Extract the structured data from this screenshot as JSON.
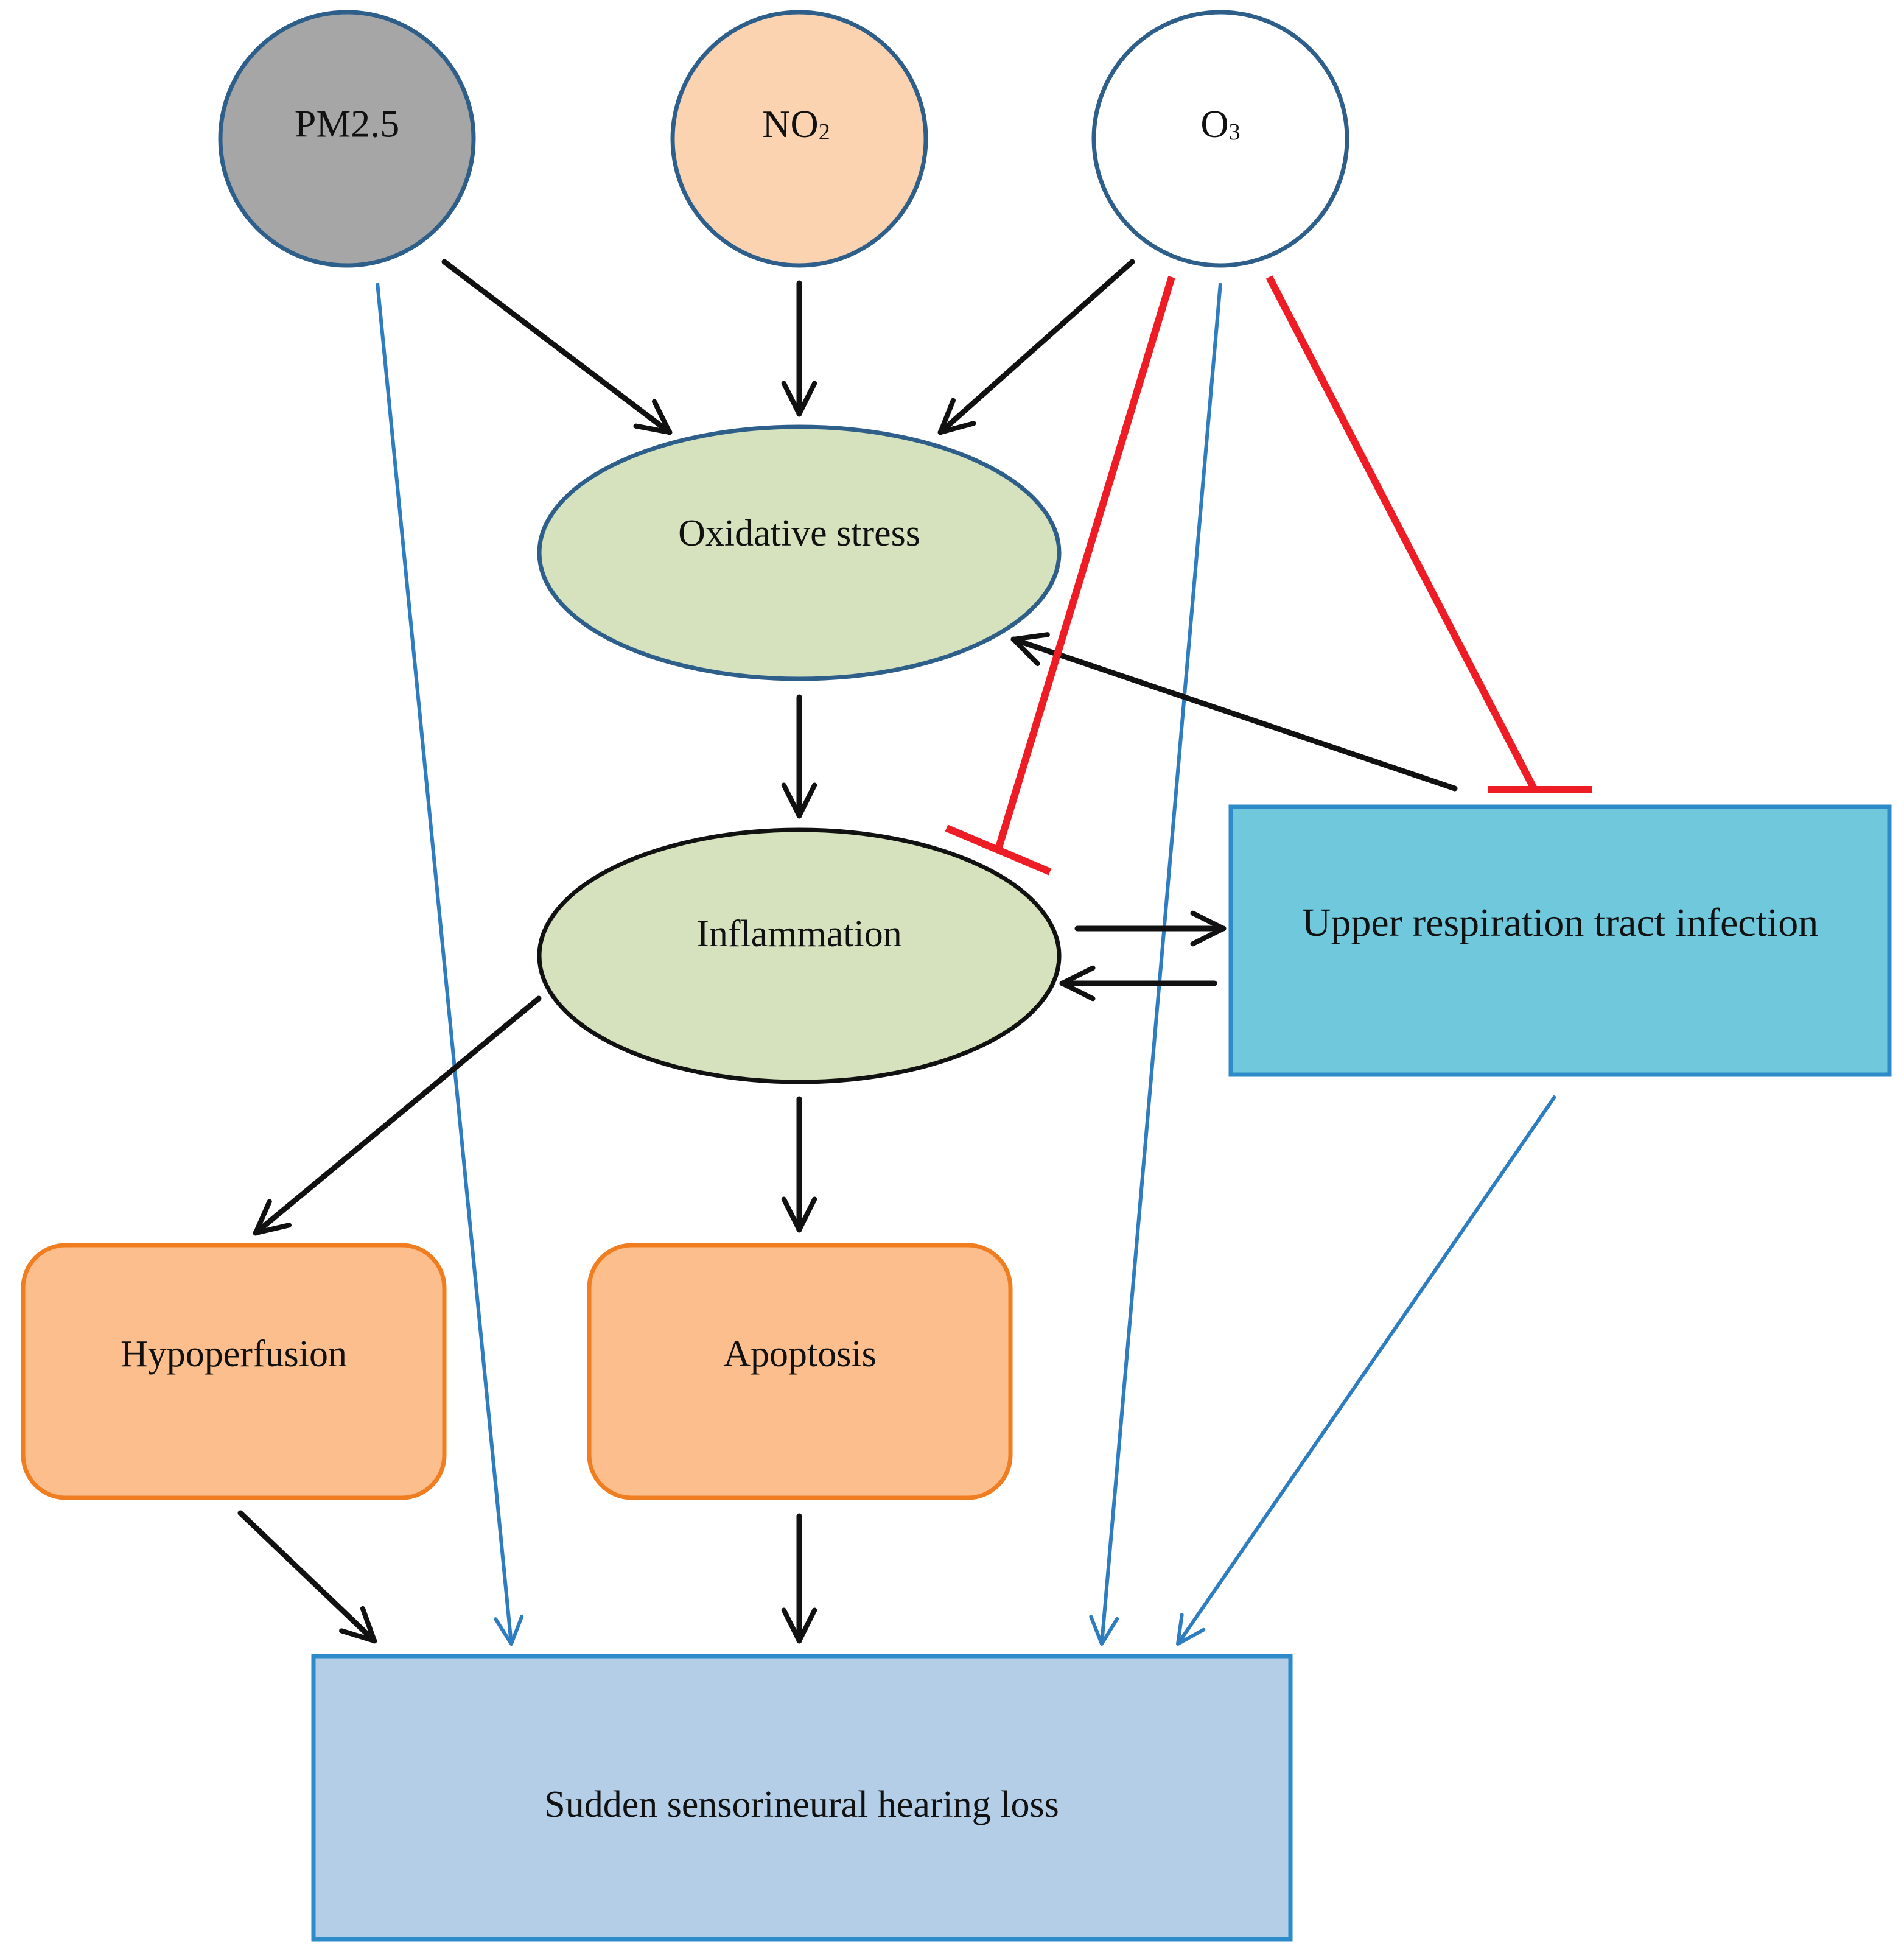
{
  "nodes": {
    "pm25": {
      "label": "PM2.5",
      "fill": "#a6a6a6"
    },
    "no2": {
      "label": "NO",
      "sub": "2",
      "fill": "#fbd3b1"
    },
    "o3": {
      "label": "O",
      "sub": "3",
      "fill": "#ffffff"
    },
    "oxidative_stress": {
      "label": "Oxidative stress",
      "fill": "#d5e2bd"
    },
    "inflammation": {
      "label": "Inflammation",
      "fill": "#d5e2bd"
    },
    "urti": {
      "label": "Upper respiration tract infection",
      "fill": "#70c8dc"
    },
    "hypoperfusion": {
      "label": "Hypoperfusion",
      "fill": "#fbbe8c"
    },
    "apoptosis": {
      "label": "Apoptosis",
      "fill": "#fbbe8c"
    },
    "sshl": {
      "label": "Sudden sensorineural hearing loss",
      "fill": "#b3cee6"
    }
  },
  "colors": {
    "node_border": "#2e5f8a",
    "activation_arrow": "#111111",
    "direct_effect_arrow": "#2e7dc0",
    "inhibition": "#ee1c25",
    "orange_border": "#f07d1f",
    "box_border": "#2e8bc9"
  },
  "edges": [
    {
      "from": "PM2.5",
      "to": "Oxidative stress",
      "type": "activation"
    },
    {
      "from": "NO2",
      "to": "Oxidative stress",
      "type": "activation"
    },
    {
      "from": "O3",
      "to": "Oxidative stress",
      "type": "activation"
    },
    {
      "from": "PM2.5",
      "to": "Sudden sensorineural hearing loss",
      "type": "direct"
    },
    {
      "from": "O3",
      "to": "Sudden sensorineural hearing loss",
      "type": "direct"
    },
    {
      "from": "O3",
      "to": "Inflammation",
      "type": "inhibition"
    },
    {
      "from": "O3",
      "to": "Upper respiration tract infection",
      "type": "inhibition"
    },
    {
      "from": "Upper respiration tract infection",
      "to": "Oxidative stress",
      "type": "activation"
    },
    {
      "from": "Oxidative stress",
      "to": "Inflammation",
      "type": "activation"
    },
    {
      "from": "Inflammation",
      "to": "Upper respiration tract infection",
      "type": "activation"
    },
    {
      "from": "Upper respiration tract infection",
      "to": "Inflammation",
      "type": "activation"
    },
    {
      "from": "Inflammation",
      "to": "Hypoperfusion",
      "type": "activation"
    },
    {
      "from": "Inflammation",
      "to": "Apoptosis",
      "type": "activation"
    },
    {
      "from": "Hypoperfusion",
      "to": "Sudden sensorineural hearing loss",
      "type": "activation"
    },
    {
      "from": "Apoptosis",
      "to": "Sudden sensorineural hearing loss",
      "type": "activation"
    },
    {
      "from": "Upper respiration tract infection",
      "to": "Sudden sensorineural hearing loss",
      "type": "direct"
    }
  ]
}
